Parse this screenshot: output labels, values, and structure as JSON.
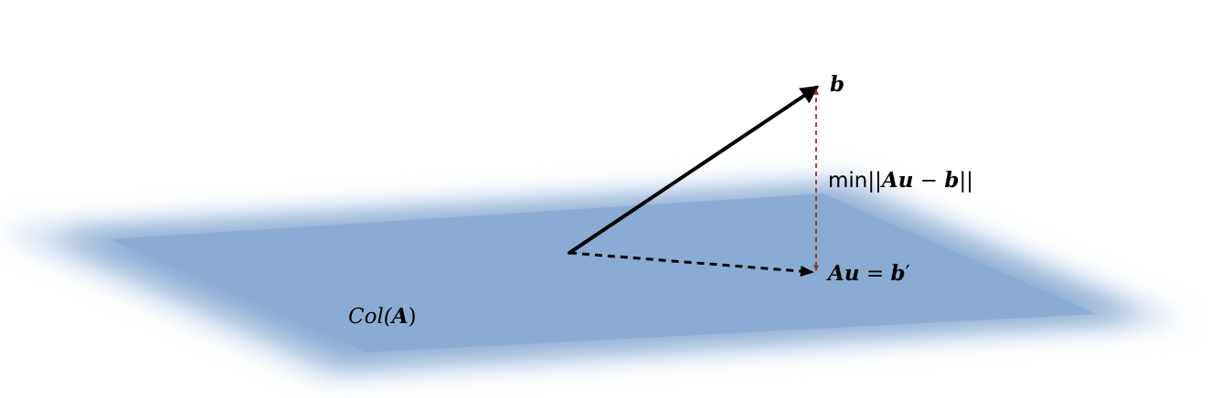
{
  "diagram": {
    "labels": {
      "plane": "Col(A)",
      "plane_prefix": "Col(",
      "plane_matrix": "A",
      "plane_suffix": ")",
      "vector_b": "b",
      "projection": "Au = b′",
      "projection_A": "A",
      "projection_u": "u",
      "projection_eq": " = ",
      "projection_b": "b",
      "projection_prime": "′",
      "distance": "min||Au − b||",
      "distance_prefix": "min||",
      "distance_A": "A",
      "distance_u": "u",
      "distance_minus": " − ",
      "distance_b": "b",
      "distance_suffix": "||"
    },
    "colors": {
      "plane_fill": "#8aacd4",
      "plane_edge": "#c9d8ec",
      "vector": "#000000",
      "residual": "#8b3a1a"
    }
  }
}
